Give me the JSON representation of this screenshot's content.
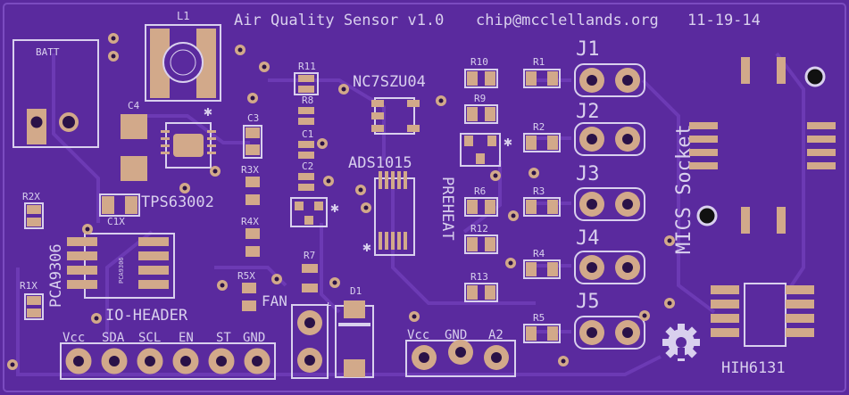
{
  "board": {
    "title": "Air Quality Sensor v1.0",
    "email": "chip@mcclellands.org",
    "date": "11-19-14"
  },
  "labels": {
    "l1": "L1",
    "batt": "BATT",
    "c4": "C4",
    "c1x": "C1X",
    "tps": "TPS63002",
    "r2x": "R2X",
    "r1x": "R1X",
    "pca_big": "PCA9306",
    "pca_small": "PCA9306",
    "io_header": "IO-HEADER",
    "r11": "R11",
    "r8": "R8",
    "c1": "C1",
    "c2": "C2",
    "c3": "C3",
    "r3x": "R3X",
    "r4x": "R4X",
    "r5x": "R5X",
    "r7": "R7",
    "fan": "FAN",
    "d1": "D1",
    "plus": "+",
    "nc7": "NC7SZU04",
    "ads": "ADS1015",
    "preheat": "PREHEAT",
    "r10": "R10",
    "r9": "R9",
    "r6": "R6",
    "r12": "R12",
    "r13": "R13",
    "r1": "R1",
    "r2": "R2",
    "r3": "R3",
    "r4": "R4",
    "r5": "R5",
    "j1": "J1",
    "j2": "J2",
    "j3": "J3",
    "j4": "J4",
    "j5": "J5",
    "mics": "MICS Socket",
    "hih": "HIH6131"
  },
  "header_pins": [
    "Vcc",
    "SDA",
    "SCL",
    "EN",
    "ST",
    "GND"
  ],
  "adc_pins": [
    "Vcc",
    "GND",
    "A2"
  ],
  "colors": {
    "board": "#5a2a9e",
    "trace": "#6c3ab4",
    "pad": "#d2a98a",
    "silk": "#d9d0ee",
    "hole": "#2a1248"
  }
}
